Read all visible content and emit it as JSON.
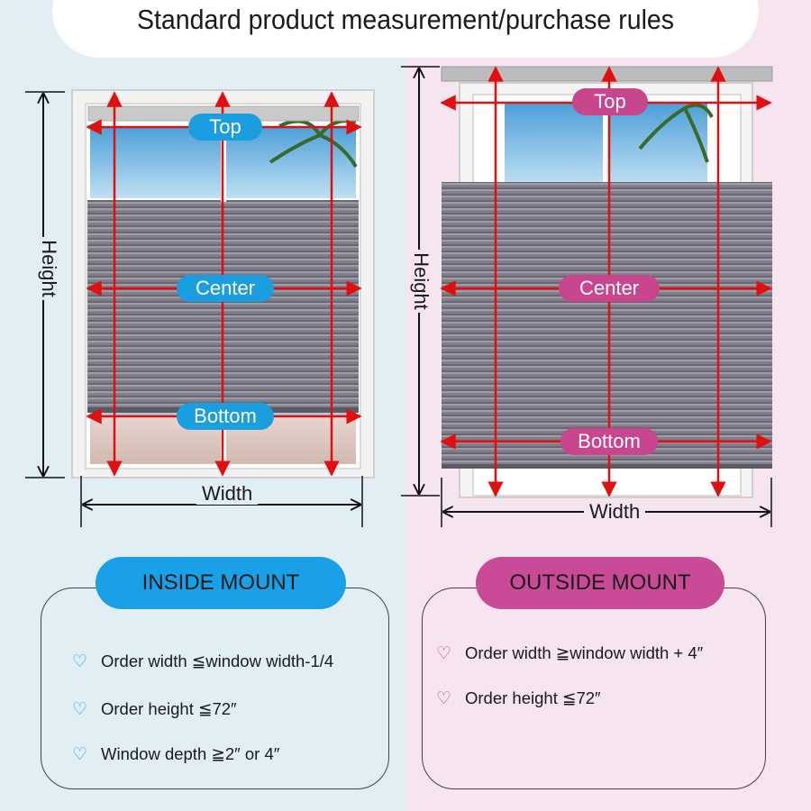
{
  "title": "Standard product measurement/purchase rules",
  "diagram_labels": {
    "top": "Top",
    "center": "Center",
    "bottom": "Bottom",
    "width": "Width",
    "height": "Height"
  },
  "inside_mount": {
    "heading": "INSIDE MOUNT",
    "rules": [
      "Order width ≦window width-1/4",
      "Order height ≦72″",
      "Window depth ≧2″  or  4″"
    ]
  },
  "outside_mount": {
    "heading": "OUTSIDE MOUNT",
    "rules": [
      "Order width ≧window width + 4″",
      "Order height ≦72″"
    ]
  },
  "colors": {
    "inside_accent": "#1a9ee0",
    "outside_accent": "#c8468e",
    "arrow_red": "#e01010",
    "shade_gray": "#7c7a86"
  },
  "icons": {
    "rule_bullet": "heart-outline-icon"
  }
}
